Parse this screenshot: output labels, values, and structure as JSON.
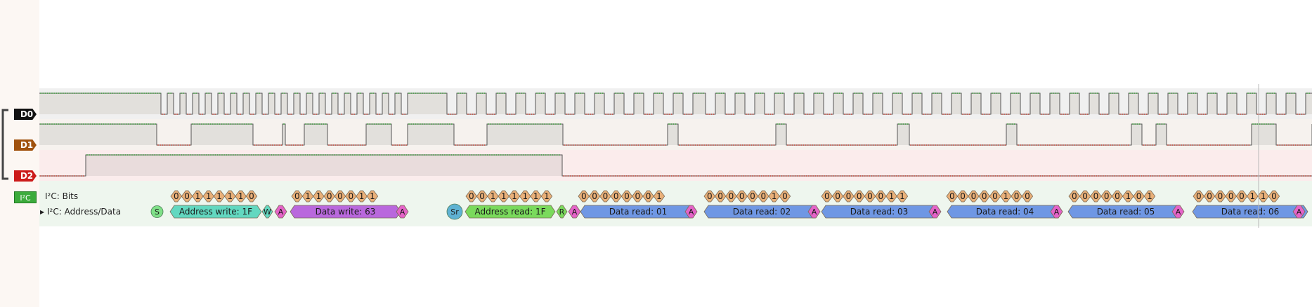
{
  "channels": [
    {
      "id": "d0",
      "label": "D0",
      "color": "#111111"
    },
    {
      "id": "d1",
      "label": "D1",
      "color": "#a0520e"
    },
    {
      "id": "d2",
      "label": "D2",
      "color": "#cc1b1b"
    }
  ],
  "decoder": {
    "tag": "I²C",
    "tag_color": "#3cab3c",
    "bits_row_label": "I²C: Bits",
    "data_row_label": "I²C: Address/Data",
    "bits_color": "#e9b079",
    "ack_color": "#e463c8",
    "groups": [
      {
        "bits": [
          "0",
          "0",
          "1",
          "1",
          "1",
          "1",
          "1",
          "0"
        ]
      },
      {
        "bits": [
          "0",
          "1",
          "1",
          "0",
          "0",
          "0",
          "1",
          "1"
        ]
      },
      {
        "bits": [
          "0",
          "0",
          "1",
          "1",
          "1",
          "1",
          "1",
          "1"
        ]
      },
      {
        "bits": [
          "0",
          "0",
          "0",
          "0",
          "0",
          "0",
          "0",
          "1"
        ]
      },
      {
        "bits": [
          "0",
          "0",
          "0",
          "0",
          "0",
          "0",
          "1",
          "0"
        ]
      },
      {
        "bits": [
          "0",
          "0",
          "0",
          "0",
          "0",
          "0",
          "1",
          "1"
        ]
      },
      {
        "bits": [
          "0",
          "0",
          "0",
          "0",
          "0",
          "1",
          "0",
          "0"
        ]
      },
      {
        "bits": [
          "0",
          "0",
          "0",
          "0",
          "0",
          "1",
          "0",
          "1"
        ]
      },
      {
        "bits": [
          "0",
          "0",
          "0",
          "0",
          "0",
          "1",
          "1",
          "0"
        ]
      }
    ],
    "annotations": [
      {
        "kind": "start",
        "text": "S",
        "color": "#7fe088"
      },
      {
        "kind": "addr-write",
        "text": "Address write: 1F",
        "color": "#62d8c0"
      },
      {
        "kind": "rw",
        "text": "W",
        "color": "#62d8c0"
      },
      {
        "kind": "ack",
        "text": "A",
        "color": "#e463c8"
      },
      {
        "kind": "data-write",
        "text": "Data write: 63",
        "color": "#b968dd"
      },
      {
        "kind": "ack",
        "text": "A",
        "color": "#e463c8"
      },
      {
        "kind": "repeat-start",
        "text": "Sr",
        "color": "#5fb2d3"
      },
      {
        "kind": "addr-read",
        "text": "Address read: 1F",
        "color": "#7ada5c"
      },
      {
        "kind": "rw",
        "text": "R",
        "color": "#7ada5c"
      },
      {
        "kind": "ack",
        "text": "A",
        "color": "#e463c8"
      },
      {
        "kind": "data-read",
        "text": "Data read: 01",
        "color": "#6f97e4"
      },
      {
        "kind": "ack",
        "text": "A",
        "color": "#e463c8"
      },
      {
        "kind": "data-read",
        "text": "Data read: 02",
        "color": "#6f97e4"
      },
      {
        "kind": "ack",
        "text": "A",
        "color": "#e463c8"
      },
      {
        "kind": "data-read",
        "text": "Data read: 03",
        "color": "#6f97e4"
      },
      {
        "kind": "ack",
        "text": "A",
        "color": "#e463c8"
      },
      {
        "kind": "data-read",
        "text": "Data read: 04",
        "color": "#6f97e4"
      },
      {
        "kind": "ack",
        "text": "A",
        "color": "#e463c8"
      },
      {
        "kind": "data-read",
        "text": "Data read: 05",
        "color": "#6f97e4"
      },
      {
        "kind": "ack",
        "text": "A",
        "color": "#e463c8"
      },
      {
        "kind": "data-read",
        "text": "Data read: 06",
        "color": "#6f97e4"
      },
      {
        "kind": "ack",
        "text": "A",
        "color": "#e463c8"
      }
    ]
  }
}
